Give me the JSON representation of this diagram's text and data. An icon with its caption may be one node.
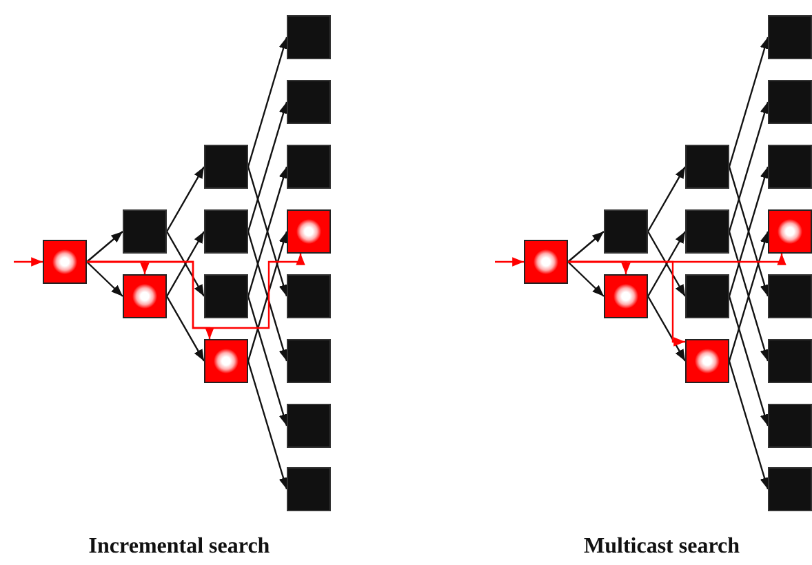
{
  "diagram": {
    "nodes": [
      {
        "text": [],
        "shape": "box"
      },
      {
        "text": [],
        "shape": "box"
      },
      {
        "text": [],
        "shape": "box"
      },
      {
        "text": [],
        "shape": "box"
      },
      {
        "text": [],
        "shape": "box"
      },
      {
        "text": [],
        "shape": "box"
      },
      {
        "text": [],
        "shape": "box"
      },
      {
        "text": [],
        "shape": "box"
      },
      {
        "text": [],
        "shape": "box"
      },
      {
        "text": [],
        "shape": "box"
      },
      {
        "text": [],
        "shape": "box"
      },
      {
        "text": [],
        "shape": "box"
      },
      {
        "text": [],
        "shape": "box"
      },
      {
        "text": [],
        "shape": "box"
      },
      {
        "text": [],
        "shape": "box"
      },
      {
        "text": [],
        "shape": "box"
      },
      {
        "text": [],
        "shape": "box"
      },
      {
        "text": [],
        "shape": "box"
      },
      {
        "text": [],
        "shape": "box"
      },
      {
        "text": [],
        "shape": "box"
      },
      {
        "text": [],
        "shape": "box"
      },
      {
        "text": [],
        "shape": "box"
      },
      {
        "text": [],
        "shape": "box"
      },
      {
        "text": [],
        "shape": "box"
      },
      {
        "text": [],
        "shape": "box"
      },
      {
        "text": [],
        "shape": "box"
      },
      {
        "text": [],
        "shape": "box"
      },
      {
        "text": [],
        "shape": "box"
      },
      {
        "text": [],
        "shape": "box"
      },
      {
        "text": [],
        "shape": "box"
      }
    ],
    "edges": [
      {
        "from": null,
        "to": 0,
        "arrow": "to",
        "color": "#ff0000"
      },
      {
        "from": 0,
        "to": 1,
        "arrow": "to"
      },
      {
        "from": 0,
        "to": 2,
        "arrow": "to"
      },
      {
        "from": 1,
        "to": 3,
        "arrow": "to"
      },
      {
        "from": 1,
        "to": 5,
        "arrow": "to"
      },
      {
        "from": 2,
        "to": 4,
        "arrow": "to"
      },
      {
        "from": 2,
        "to": 6,
        "arrow": "to"
      },
      {
        "from": 3,
        "to": 7,
        "arrow": "to"
      },
      {
        "from": 3,
        "to": 11,
        "arrow": "to"
      },
      {
        "from": 4,
        "to": 8,
        "arrow": "to"
      },
      {
        "from": 4,
        "to": 12,
        "arrow": "to"
      },
      {
        "from": 5,
        "to": 9,
        "arrow": "to"
      },
      {
        "from": 5,
        "to": 13,
        "arrow": "to"
      },
      {
        "from": 6,
        "to": 10,
        "arrow": "to"
      },
      {
        "from": 6,
        "to": 14,
        "arrow": "to"
      },
      {
        "from": 0,
        "to": 2,
        "arrow": "to",
        "color": "#ff0000"
      },
      {
        "from": 0,
        "to": 6,
        "arrow": "to",
        "color": "#ff0000"
      },
      {
        "from": 0,
        "to": 10,
        "arrow": "to",
        "color": "#ff0000"
      },
      {
        "from": null,
        "to": 15,
        "arrow": "to",
        "color": "#ff0000"
      },
      {
        "from": 15,
        "to": 16,
        "arrow": "to"
      },
      {
        "from": 15,
        "to": 17,
        "arrow": "to"
      },
      {
        "from": 16,
        "to": 18,
        "arrow": "to"
      },
      {
        "from": 16,
        "to": 20,
        "arrow": "to"
      },
      {
        "from": 17,
        "to": 19,
        "arrow": "to"
      },
      {
        "from": 17,
        "to": 21,
        "arrow": "to"
      },
      {
        "from": 18,
        "to": 22,
        "arrow": "to"
      },
      {
        "from": 18,
        "to": 26,
        "arrow": "to"
      },
      {
        "from": 19,
        "to": 23,
        "arrow": "to"
      },
      {
        "from": 19,
        "to": 27,
        "arrow": "to"
      },
      {
        "from": 20,
        "to": 24,
        "arrow": "to"
      },
      {
        "from": 20,
        "to": 28,
        "arrow": "to"
      },
      {
        "from": 21,
        "to": 25,
        "arrow": "to"
      },
      {
        "from": 21,
        "to": 29,
        "arrow": "to"
      },
      {
        "from": 15,
        "to": 17,
        "arrow": "to",
        "color": "#ff0000"
      },
      {
        "from": 15,
        "to": 21,
        "arrow": "to",
        "color": "#ff0000"
      },
      {
        "from": 15,
        "to": 25,
        "arrow": "to",
        "color": "#ff0000"
      }
    ],
    "labels": [
      "Incremental search",
      "Multicast search"
    ]
  }
}
